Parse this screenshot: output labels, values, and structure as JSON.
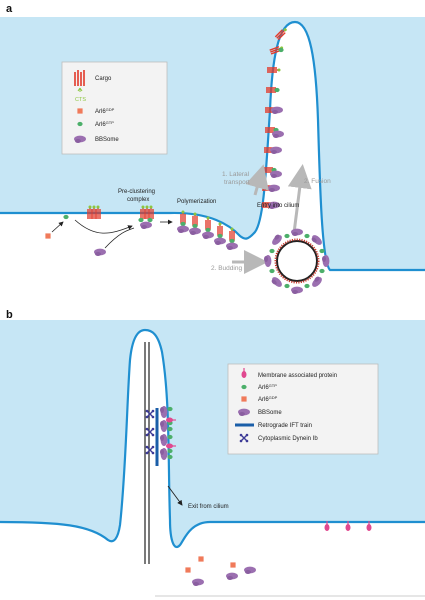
{
  "panel_a": {
    "label": "a",
    "legend": {
      "cargo": "Cargo",
      "cts": "CTS",
      "arl6_gdp": "Arl6",
      "arl6_gdp_sup": "GDP",
      "arl6_gtp": "Arl6",
      "arl6_gtp_sup": "GTP",
      "bbsome": "BBSome"
    },
    "labels": {
      "preclustering_1": "Pre-clustering",
      "preclustering_2": "complex",
      "polymerization": "Polymerization",
      "lateral_1": "1. Lateral",
      "lateral_2": "transport",
      "fusion": "2. Fusion",
      "entry": "Entry into cilium",
      "budding": "2. Budding"
    }
  },
  "panel_b": {
    "label": "b",
    "legend": {
      "membrane_protein": "Membrane associated protein",
      "arl6_gtp": "Arl6",
      "arl6_gtp_sup": "GTP",
      "arl6_gdp": "Arl6",
      "arl6_gdp_sup": "GDP",
      "bbsome": "BBSome",
      "ift_train": "Retrograde IFT train",
      "dynein": "Cytoplasmic Dynein Ib"
    },
    "labels": {
      "exit": "Exit from cilium"
    }
  },
  "colors": {
    "cytoplasm": "#c6e6f5",
    "membrane": "#1f8fd0",
    "cargo": "#e23a2b",
    "cts": "#8cc63f",
    "bbsome": "#9b6fb0",
    "arl6_gtp": "#4caf6a",
    "arl6_gdp": "#f07a5a",
    "membrane_protein": "#e0488f",
    "ift": "#1a5ea8",
    "dynein": "#3c3a96"
  }
}
